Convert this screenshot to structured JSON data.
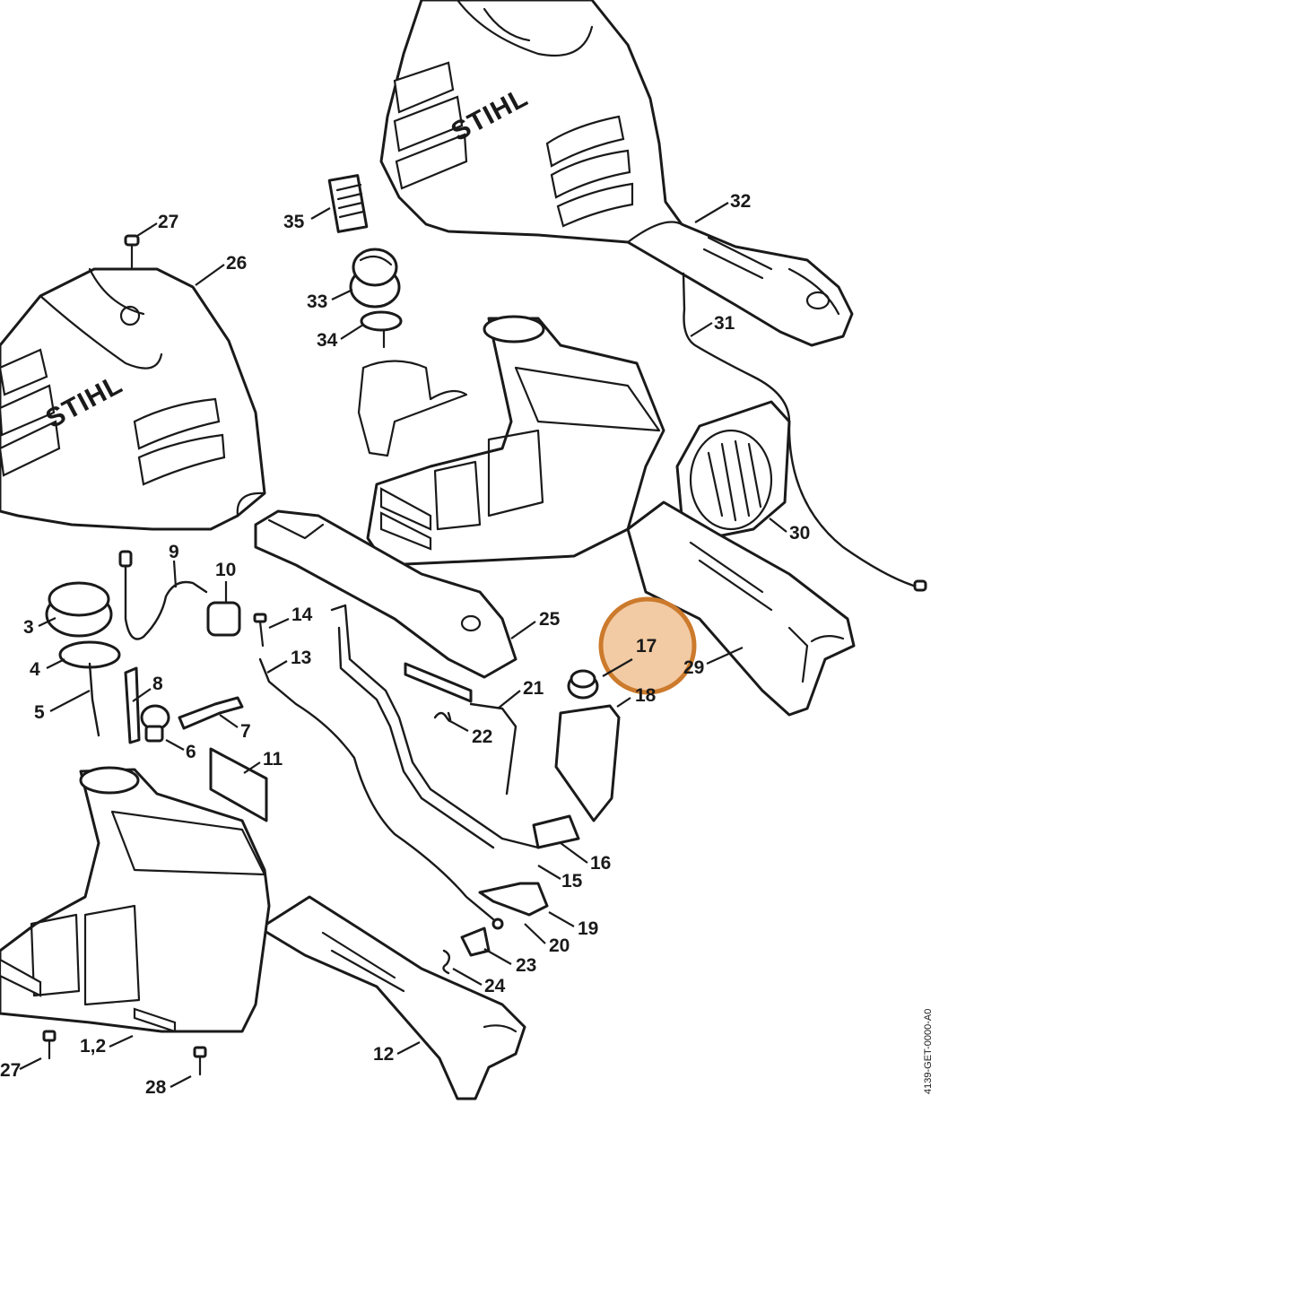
{
  "brand_logo": "STIHL",
  "document_id": "4139-GET-0000-A0",
  "highlight": {
    "part": "17",
    "color": "#cc7a2c",
    "fill": "#e8a05a"
  },
  "callouts": [
    {
      "id": "c27a",
      "label": "27"
    },
    {
      "id": "c26",
      "label": "26"
    },
    {
      "id": "c35",
      "label": "35"
    },
    {
      "id": "c32",
      "label": "32"
    },
    {
      "id": "c33",
      "label": "33"
    },
    {
      "id": "c34",
      "label": "34"
    },
    {
      "id": "c31",
      "label": "31"
    },
    {
      "id": "c30",
      "label": "30"
    },
    {
      "id": "c9",
      "label": "9"
    },
    {
      "id": "c10",
      "label": "10"
    },
    {
      "id": "c3",
      "label": "3"
    },
    {
      "id": "c4",
      "label": "4"
    },
    {
      "id": "c5",
      "label": "5"
    },
    {
      "id": "c8",
      "label": "8"
    },
    {
      "id": "c7",
      "label": "7"
    },
    {
      "id": "c6",
      "label": "6"
    },
    {
      "id": "c11",
      "label": "11"
    },
    {
      "id": "c14",
      "label": "14"
    },
    {
      "id": "c13",
      "label": "13"
    },
    {
      "id": "c25",
      "label": "25"
    },
    {
      "id": "c17",
      "label": "17"
    },
    {
      "id": "c29",
      "label": "29"
    },
    {
      "id": "c18",
      "label": "18"
    },
    {
      "id": "c21",
      "label": "21"
    },
    {
      "id": "c22",
      "label": "22"
    },
    {
      "id": "c16",
      "label": "16"
    },
    {
      "id": "c15",
      "label": "15"
    },
    {
      "id": "c19",
      "label": "19"
    },
    {
      "id": "c20",
      "label": "20"
    },
    {
      "id": "c23",
      "label": "23"
    },
    {
      "id": "c24",
      "label": "24"
    },
    {
      "id": "c12",
      "label": "12"
    },
    {
      "id": "c1_2",
      "label": "1,2"
    },
    {
      "id": "c27b",
      "label": "27"
    },
    {
      "id": "c28",
      "label": "28"
    }
  ]
}
